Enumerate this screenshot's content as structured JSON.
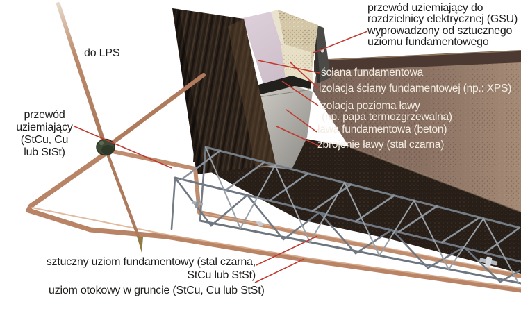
{
  "figure": {
    "type": "technical-diagram",
    "subject": "foundation-earthing-system",
    "labels": {
      "do_lps": "do LPS",
      "przewod_uziemiajacy": "przewód\nuziemiający\n(StCu, Cu\nlub StSt)",
      "przewod_gsu": "przewód uziemiający do\nrozdzielnicy elektrycznej (GSU)\nwyprowadzony od sztucznego\nuziomu fundamentowego",
      "sciana_fundamentowa": "ściana fundamentowa",
      "izolacja_sciany": "izolacja ściany fundamentowej (np.: XPS)",
      "izolacja_pozioma": "izolacja pozioma ławy\n (np. papa termozgrzewalna)",
      "lawa_fundamentowa": "ława fundamentowa (beton)",
      "zbrojenie_lawy": "zbrojenie ławy (stal czarna)",
      "sztuczny_uziom": "sztuczny uziom fundamentowy (stal czarna,\nStCu lub StSt)",
      "uziom_otokowy": "uziom otokowy w gruncie (StCu, Cu lub StSt)"
    },
    "colors": {
      "background": "#ffffff",
      "leader_line": "#c03a2e",
      "copper_conductor": "#bf8d6d",
      "steel_rebar": "#7b838c",
      "soil": "#8b7263",
      "dark_soil": "#271e18",
      "foundation_wall_pink": "#d7c7d2",
      "xps_insulation_beige": "#d6c9a9",
      "concrete_footing_gray": "#b3b1ac",
      "clamp_green": "#3e4a37",
      "dark_text": "#1f1d1b",
      "light_text": "#f3ede3"
    }
  }
}
